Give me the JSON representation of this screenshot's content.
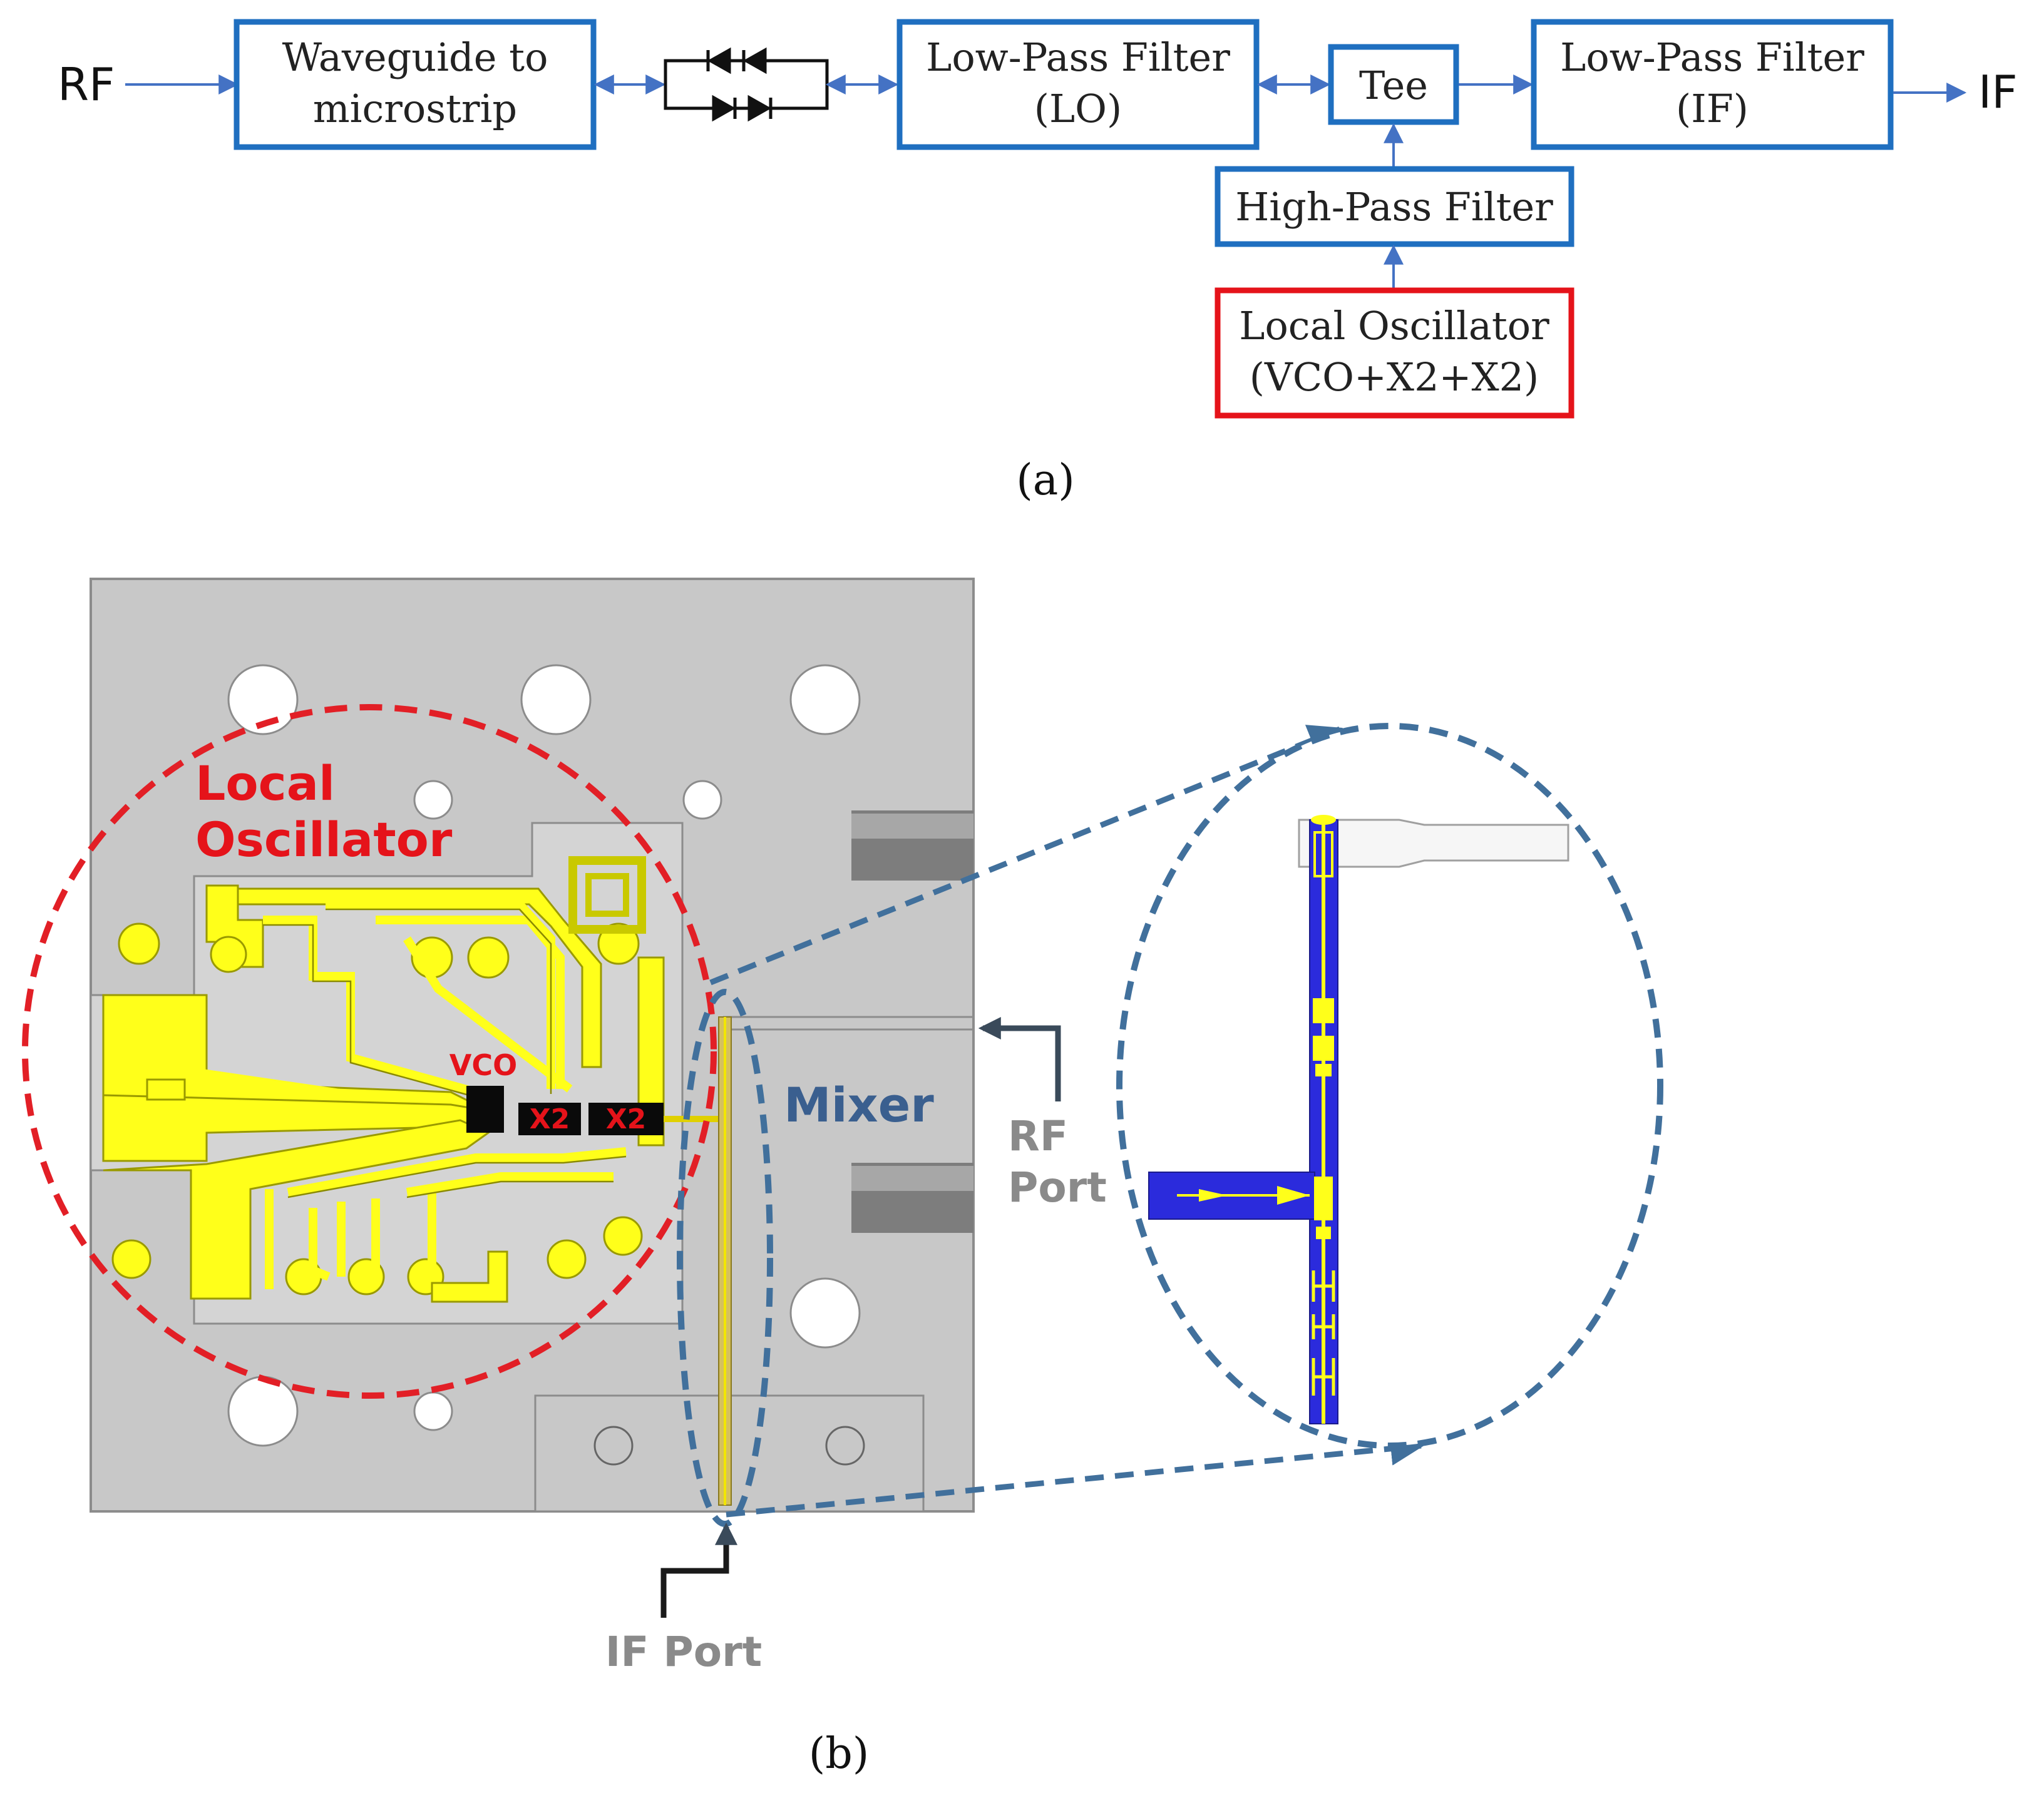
{
  "panel_a": {
    "label": "(a)",
    "input_label": "RF",
    "output_label": "IF",
    "blocks": {
      "waveguide": [
        "Waveguide to",
        "microstrip"
      ],
      "lpf_lo": [
        "Low-Pass Filter",
        "(LO)"
      ],
      "tee": "Tee",
      "lpf_if": [
        "Low-Pass Filter",
        "(IF)"
      ],
      "hpf": "High-Pass Filter",
      "lo": [
        "Local Oscillator",
        "(VCO+X2+X2)"
      ]
    }
  },
  "panel_b": {
    "label": "(b)",
    "local_oscillator_label": [
      "Local",
      "Oscillator"
    ],
    "vco_label": "VCO",
    "doubler_labels": [
      "X2",
      "X2"
    ],
    "mixer_label": "Mixer",
    "rf_port_label": [
      "RF",
      "Port"
    ],
    "if_port_label": "IF Port"
  },
  "colors": {
    "block_border_blue": "#1f6fc0",
    "block_border_red": "#e5131a",
    "arrow_blue": "#4472c4",
    "housing_gray": "#c8c8c8",
    "pcb_yellow": "#ffff1a",
    "lo_circle_red": "#e21f26",
    "zoom_dashed_blue": "#41709c",
    "mixer_blue": "#3a5f8f",
    "circuit_blue": "#2b2bdc",
    "port_gray": "#8a8a8a"
  }
}
